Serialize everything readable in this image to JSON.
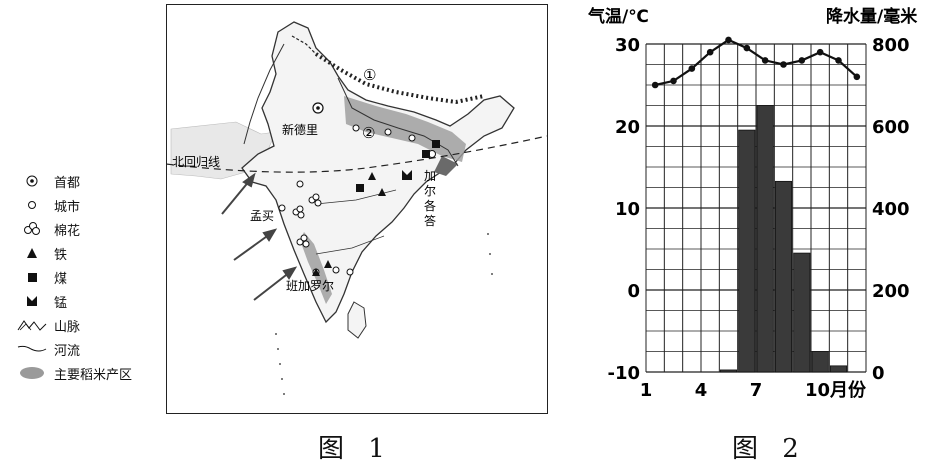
{
  "figure1": {
    "caption": "图 1",
    "labels": {
      "capital": "新德里",
      "tropic": "北回归线",
      "city_mumbai": "孟买",
      "city_bangalore": "班加罗尔",
      "city_kolkata": "加尔各答",
      "marker_1": "①",
      "marker_2": "②"
    },
    "legend": [
      {
        "icon": "capital-icon",
        "label": "首都"
      },
      {
        "icon": "city-icon",
        "label": "城市"
      },
      {
        "icon": "cotton-icon",
        "label": "棉花"
      },
      {
        "icon": "iron-icon",
        "label": "铁"
      },
      {
        "icon": "coal-icon",
        "label": "煤"
      },
      {
        "icon": "manganese-icon",
        "label": "锰"
      },
      {
        "icon": "mountain-icon",
        "label": "山脉"
      },
      {
        "icon": "river-icon",
        "label": "河流"
      },
      {
        "icon": "rice-area-icon",
        "label": "主要稻米产区"
      }
    ]
  },
  "figure2": {
    "caption": "图 2",
    "chart_data": {
      "type": "bar+line",
      "left_axis_title": "气温/℃",
      "right_axis_title": "降水量/毫米",
      "left_ylim": [
        -10,
        30
      ],
      "left_ticks": [
        "30",
        "20",
        "10",
        "0",
        "-10"
      ],
      "right_ylim": [
        0,
        800
      ],
      "right_ticks": [
        "800",
        "600",
        "400",
        "200",
        "0"
      ],
      "x_ticks": [
        "1",
        "4",
        "7",
        "10月份"
      ],
      "months": [
        1,
        2,
        3,
        4,
        5,
        6,
        7,
        8,
        9,
        10,
        11,
        12
      ],
      "precipitation_mm": [
        0,
        0,
        0,
        0,
        5,
        590,
        650,
        465,
        290,
        50,
        15,
        0
      ],
      "temperature_c": [
        25,
        25.5,
        27,
        29,
        30.5,
        29.5,
        28,
        27.5,
        28,
        29,
        28,
        26
      ]
    }
  }
}
